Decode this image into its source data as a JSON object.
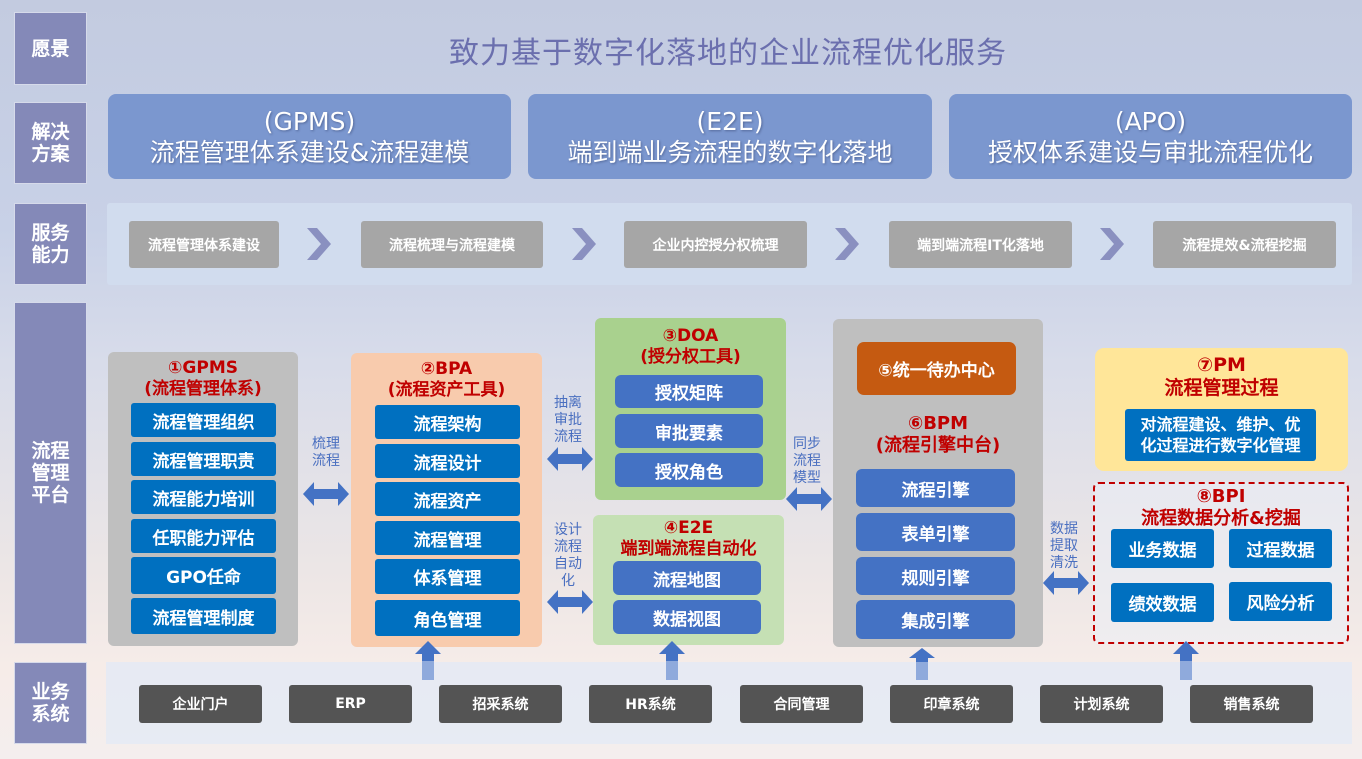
{
  "row_labels": {
    "vision": "愿景",
    "solutions": "解决\n方案",
    "capabilities": "服务\n能力",
    "platform": "流程\n管理\n平台",
    "business": "业务\n系统"
  },
  "vision": {
    "title": "致力基于数字化落地的企业流程优化服务"
  },
  "solutions": [
    {
      "code": "(GPMS)",
      "name": "流程管理体系建设&流程建模"
    },
    {
      "code": "(E2E)",
      "name": "端到端业务流程的数字化落地"
    },
    {
      "code": "(APO)",
      "name": "授权体系建设与审批流程优化"
    }
  ],
  "capabilities": [
    "流程管理体系建设",
    "流程梳理与流程建模",
    "企业内控授分权梳理",
    "端到端流程IT化落地",
    "流程提效&流程挖掘"
  ],
  "platform": {
    "gpms": {
      "title_line1": "①GPMS",
      "title_line2": "(流程管理体系)",
      "items": [
        "流程管理组织",
        "流程管理职责",
        "流程能力培训",
        "任职能力评估",
        "GPO任命",
        "流程管理制度"
      ]
    },
    "bpa": {
      "title_line1": "②BPA",
      "title_line2": "(流程资产工具)",
      "items": [
        "流程架构",
        "流程设计",
        "流程资产",
        "流程管理",
        "体系管理",
        "角色管理"
      ]
    },
    "doa": {
      "title_line1": "③DOA",
      "title_line2": "(授分权工具)",
      "items": [
        "授权矩阵",
        "审批要素",
        "授权角色"
      ]
    },
    "e2e": {
      "title_line1": "④E2E",
      "title_line2": "端到端流程自动化",
      "items": [
        "流程地图",
        "数据视图"
      ]
    },
    "todo": {
      "label": "⑤统一待办中心"
    },
    "bpm": {
      "title_line1": "⑥BPM",
      "title_line2": "(流程引擎中台)",
      "items": [
        "流程引擎",
        "表单引擎",
        "规则引擎",
        "集成引擎"
      ]
    },
    "pm": {
      "title_line1": "⑦PM",
      "title_line2": "流程管理过程",
      "desc": "对流程建设、维护、优化过程进行数字化管理"
    },
    "bpi": {
      "title_line1": "⑧BPI",
      "title_line2": "流程数据分析&挖掘",
      "items": [
        "业务数据",
        "过程数据",
        "绩效数据",
        "风险分析"
      ]
    },
    "connectors": {
      "gpms_bpa": "梳理\n流程",
      "bpa_doa": "抽离\n审批\n流程",
      "bpa_e2e": "设计\n流程\n自动\n化",
      "doa_bpm": "同步\n流程\n模型",
      "bpm_bpi": "数据\n提取\n清洗"
    }
  },
  "business_systems": [
    "企业门户",
    "ERP",
    "招采系统",
    "HR系统",
    "合同管理",
    "印章系统",
    "计划系统",
    "销售系统"
  ],
  "colors": {
    "row_label": "#8489b8",
    "solution": "#7b97cf",
    "title_red": "#c00000",
    "item_blue": "#0070c0",
    "item_blue2": "#4472c4",
    "todo_orange": "#c55a11",
    "bpa_panel": "#f8cbad",
    "doa_panel": "#a9d18e",
    "e2e_panel": "#c5e0b4",
    "gray_panel": "#bfbfbf",
    "pm_panel": "#ffe699",
    "biz_dark": "#545454"
  }
}
